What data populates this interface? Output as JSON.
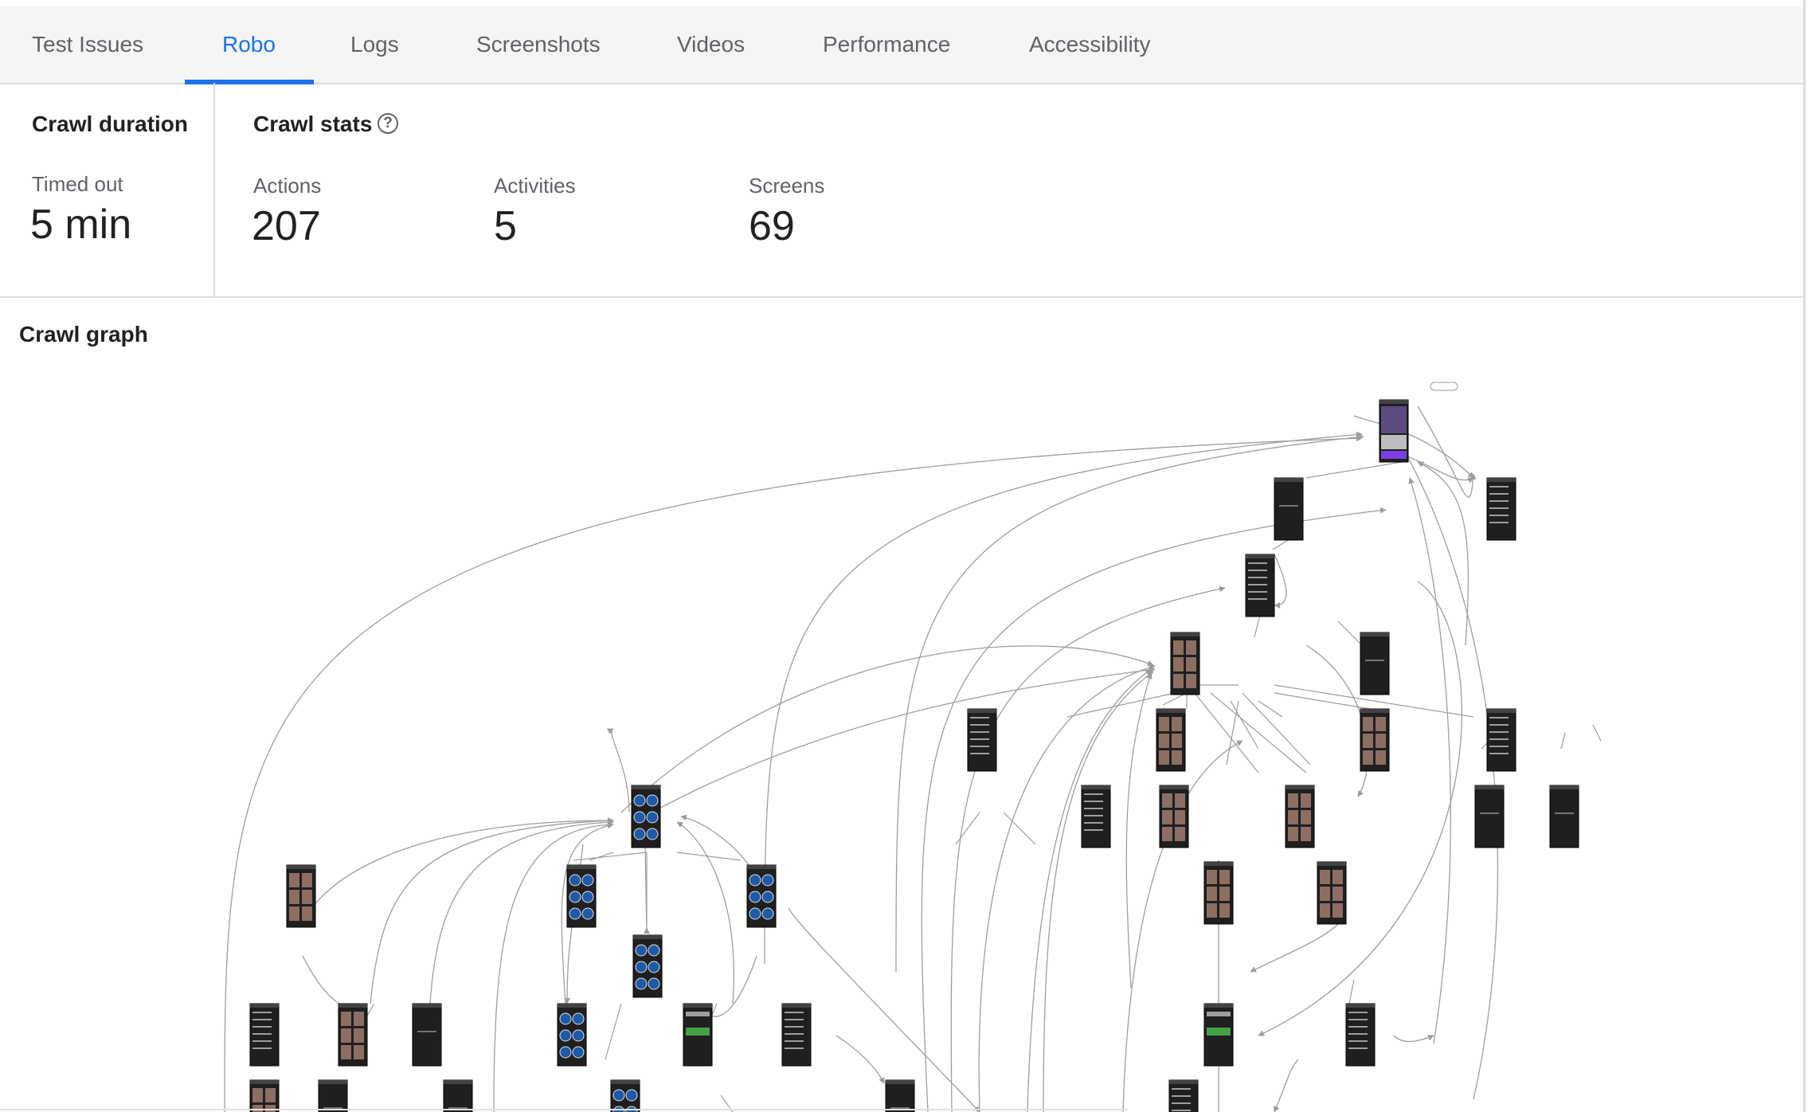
{
  "tabs": [
    {
      "label": "Test Issues",
      "active": false
    },
    {
      "label": "Robo",
      "active": true
    },
    {
      "label": "Logs",
      "active": false
    },
    {
      "label": "Screenshots",
      "active": false
    },
    {
      "label": "Videos",
      "active": false
    },
    {
      "label": "Performance",
      "active": false
    },
    {
      "label": "Accessibility",
      "active": false
    }
  ],
  "crawl_duration": {
    "title": "Crawl duration",
    "status": "Timed out",
    "value": "5 min"
  },
  "crawl_stats": {
    "title": "Crawl stats",
    "help_icon": "help-circle-icon",
    "items": [
      {
        "label": "Actions",
        "value": "207"
      },
      {
        "label": "Activities",
        "value": "5"
      },
      {
        "label": "Screens",
        "value": "69"
      }
    ]
  },
  "crawl_graph": {
    "title": "Crawl graph"
  },
  "colors": {
    "accent": "#1a73e8",
    "tab_bg": "#f5f5f5",
    "edge": "#9e9e9e",
    "screen_dark": "#1f1f1f",
    "screen_purple": "#7b3fe4"
  }
}
